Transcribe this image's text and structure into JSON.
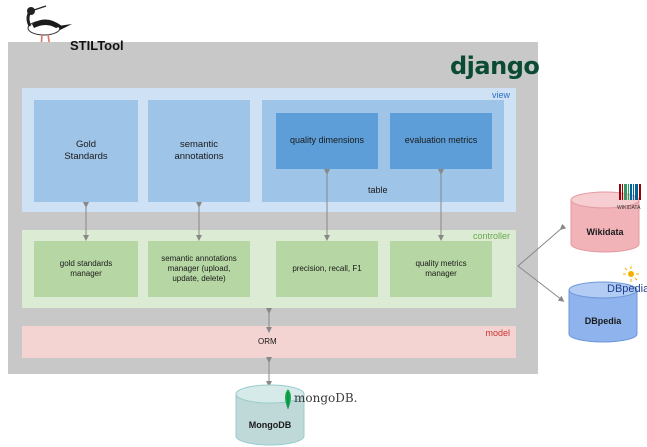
{
  "app": {
    "title": "STILTool",
    "framework": "django"
  },
  "layers": {
    "view": "view",
    "controller": "controller",
    "model": "model"
  },
  "view": {
    "gold_standards": "Gold Standards",
    "semantic_annotations": "semantic annotations",
    "quality_dimensions": "quality dimensions",
    "evaluation_metrics": "evaluation metrics",
    "table": "table"
  },
  "controller": {
    "gold_standards_manager": "gold standards manager",
    "semantic_annotations_manager": "semantic annotations manager (upload, update, delete)",
    "precision_recall": "precision, recall, F1",
    "quality_metrics_manager": "quality metrics manager"
  },
  "model": {
    "orm": "ORM"
  },
  "databases": {
    "mongodb": {
      "label": "MongoDB",
      "logo_text": "mongoDB."
    },
    "wikidata": {
      "label": "Wikidata",
      "logo_text": "WIKIDATA"
    },
    "dbpedia": {
      "label": "DBpedia",
      "logo_text": "DBpedia"
    }
  },
  "colors": {
    "panel": "#c8c8c8",
    "view": "#cfe1f5",
    "controller": "#dcebd3",
    "model": "#f4d3d3",
    "django": "#0c4b33",
    "mongo_leaf": "#13aa52"
  },
  "icons": [
    "stilt-bird-icon",
    "mongodb-leaf-icon",
    "wikidata-barcode-icon",
    "dbpedia-logo-icon"
  ]
}
